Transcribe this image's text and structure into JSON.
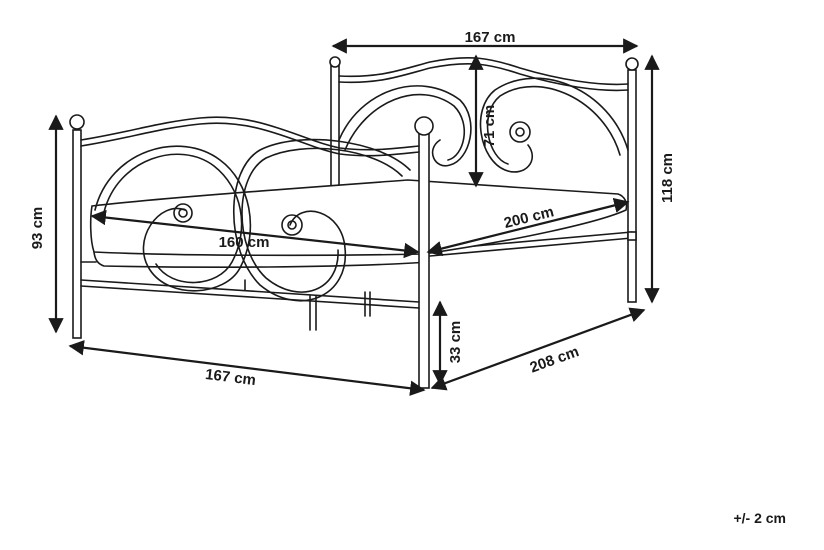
{
  "dimensions": {
    "headboard_width": "167 cm",
    "headboard_height": "118 cm",
    "headboard_ornament_height": "71 cm",
    "footboard_height": "93 cm",
    "mattress_width": "160 cm",
    "mattress_length": "200 cm",
    "leg_height": "33 cm",
    "footboard_width": "167 cm",
    "total_length": "208 cm"
  },
  "tolerance": "+/- 2 cm"
}
